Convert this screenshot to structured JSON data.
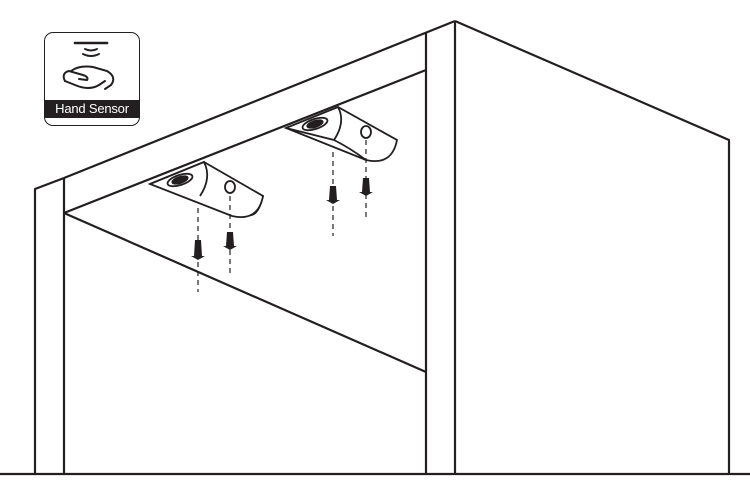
{
  "badge": {
    "icon": "hand-sensor-icon",
    "label": "Hand Sensor"
  },
  "diagram": {
    "subject": "under-cabinet light installation",
    "lights": [
      {
        "id": "light-1",
        "screws": 2
      },
      {
        "id": "light-2",
        "screws": 2
      }
    ],
    "colors": {
      "line": "#231f20",
      "background": "#ffffff"
    }
  }
}
